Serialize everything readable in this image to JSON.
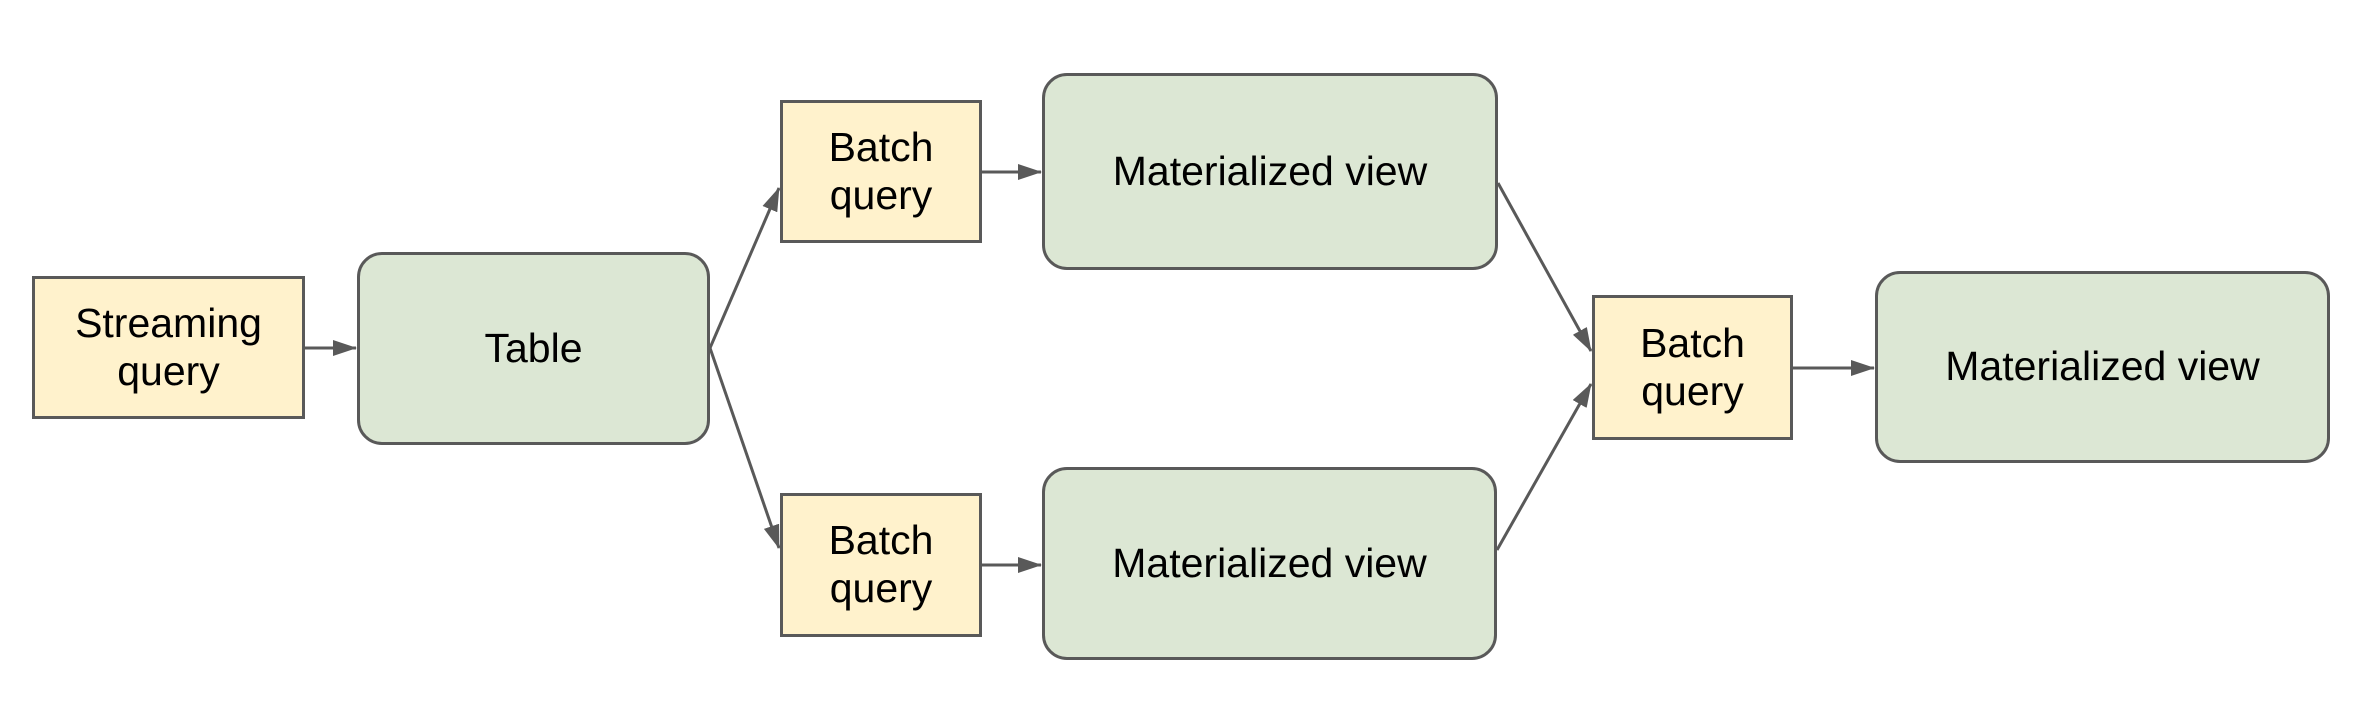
{
  "diagram": {
    "palette": {
      "query_fill": "#FFF2CC",
      "data_fill": "#DCE7D4",
      "stroke": "#595959",
      "text": "#000000",
      "background": "#FFFFFF"
    },
    "nodes": {
      "streaming_query": {
        "label": "Streaming query",
        "kind": "query"
      },
      "table": {
        "label": "Table",
        "kind": "data"
      },
      "batch_query_top": {
        "label": "Batch query",
        "kind": "query"
      },
      "materialized_view_top": {
        "label": "Materialized view",
        "kind": "data"
      },
      "batch_query_bottom": {
        "label": "Batch query",
        "kind": "query"
      },
      "materialized_view_bottom": {
        "label": "Materialized view",
        "kind": "data"
      },
      "batch_query_center": {
        "label": "Batch query",
        "kind": "query"
      },
      "materialized_view_right": {
        "label": "Materialized view",
        "kind": "data"
      }
    },
    "edges": [
      {
        "from": "streaming_query",
        "to": "table"
      },
      {
        "from": "table",
        "to": "batch_query_top"
      },
      {
        "from": "table",
        "to": "batch_query_bottom"
      },
      {
        "from": "batch_query_top",
        "to": "materialized_view_top"
      },
      {
        "from": "batch_query_bottom",
        "to": "materialized_view_bottom"
      },
      {
        "from": "materialized_view_top",
        "to": "batch_query_center"
      },
      {
        "from": "materialized_view_bottom",
        "to": "batch_query_center"
      },
      {
        "from": "batch_query_center",
        "to": "materialized_view_right"
      }
    ]
  }
}
